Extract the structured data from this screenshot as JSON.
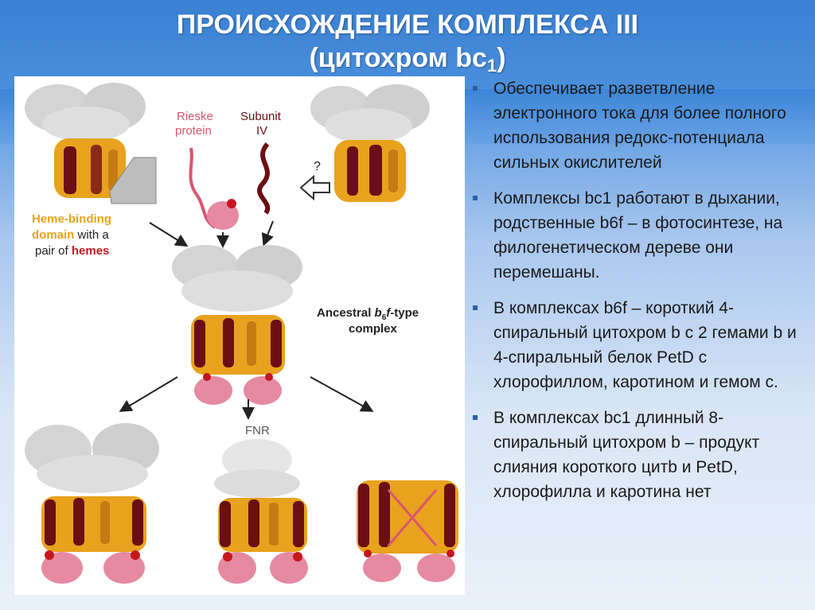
{
  "slide": {
    "title_line1": "ПРОИСХОЖДЕНИЕ КОМПЛЕКСА III",
    "title_line2_main": "(цитохром bc",
    "title_line2_sub": "1",
    "title_line2_end": ")"
  },
  "figure": {
    "rieske_line1": "Rieske",
    "rieske_line2": "protein",
    "subunit_line1": "Subunit",
    "subunit_line2": "IV",
    "question_mark": "?",
    "heme_line1": "Heme-binding",
    "heme_line2a": "domain",
    "heme_line2b": " with a",
    "heme_line3a": "pair of ",
    "heme_line3b": "hemes",
    "ancestral_line1a": "Ancestral ",
    "ancestral_b": "b",
    "ancestral_sub": "6",
    "ancestral_f": "f",
    "ancestral_line1b": "-type",
    "ancestral_line2": "complex",
    "fnr": "FNR",
    "colors": {
      "orange": "#e8a21d",
      "dark_red": "#6b0f14",
      "pink": "#d9566f",
      "gray": "#c9c9c9",
      "red": "#c6161e"
    }
  },
  "bullets": [
    "Обеспечивает разветвление электронного тока для более полного использования редокс-потенциала сильных окислителей",
    "Комплексы bc1 работают в дыхании, родственные b6f – в фотосинтезе, на филогенетическом дереве они перемешаны.",
    "В комплексах b6f – короткий 4-спиральный цитохром b с 2 гемами b и 4-спиральный белок PetD с хлорофиллом, каротином и гемом с.",
    "В комплексах bc1 длинный 8-спиральный цитохром b – продукт слияния короткого цитb и PetD, хлорофилла и каротина нет"
  ]
}
